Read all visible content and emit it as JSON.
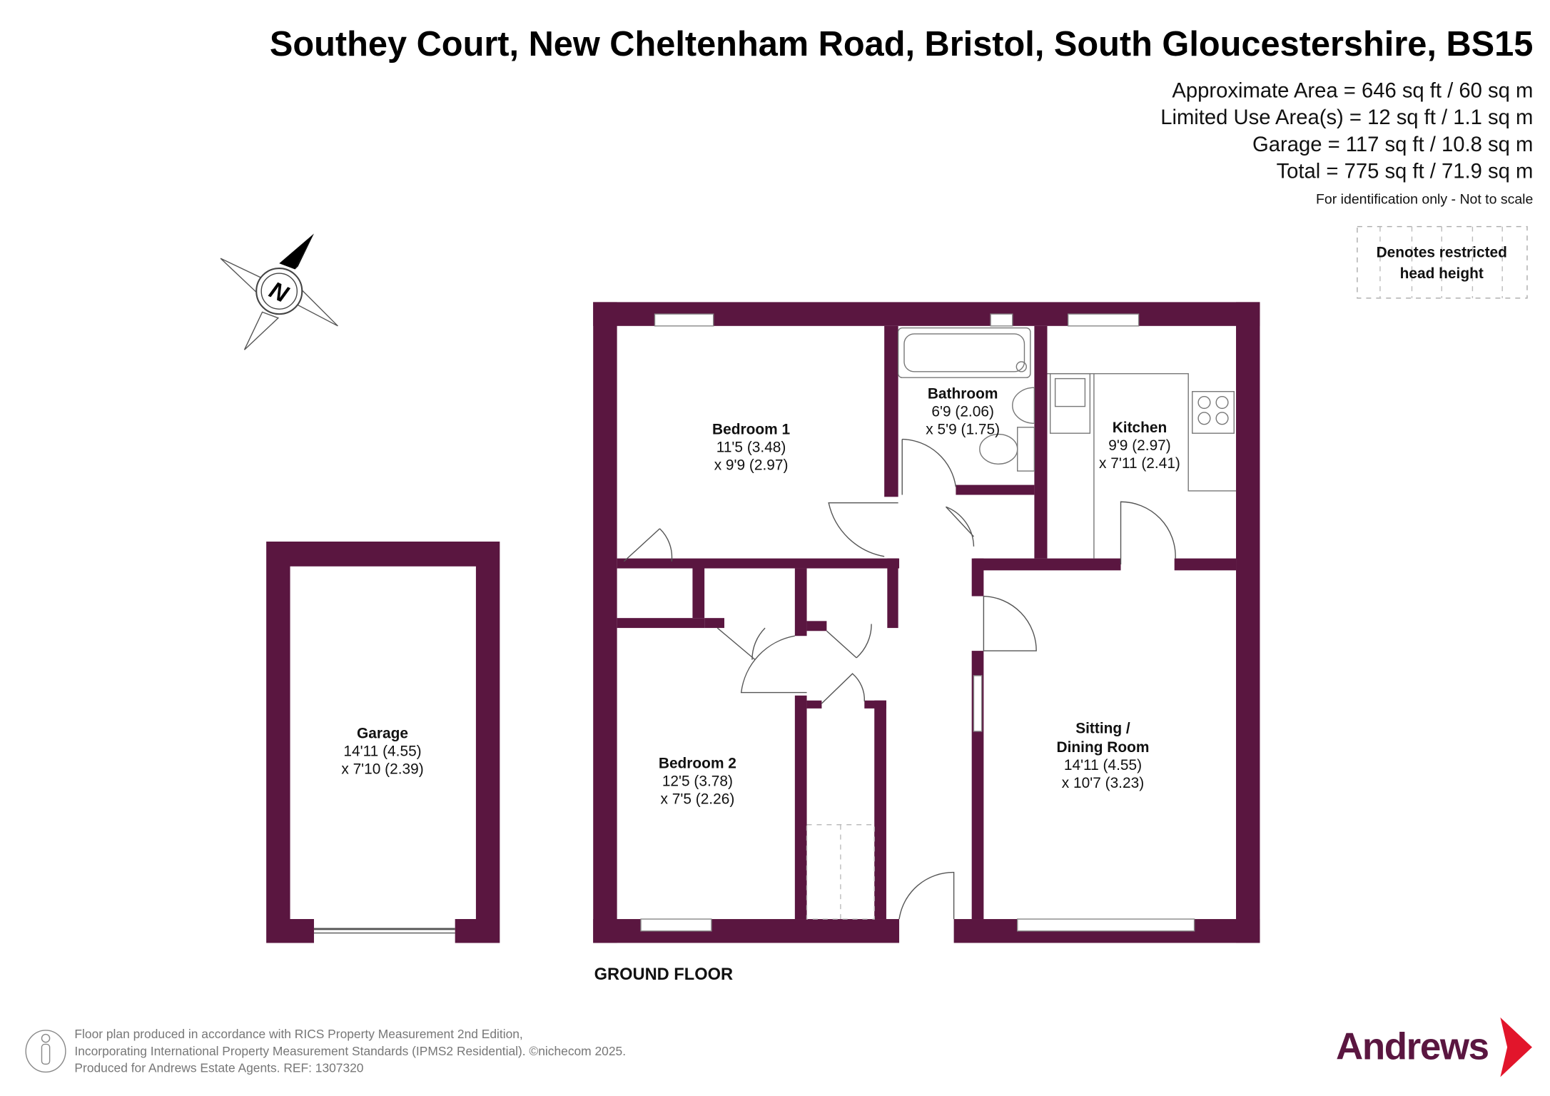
{
  "title": "Southey Court, New Cheltenham Road, Bristol, South Gloucestershire, BS15",
  "areas": [
    "Approximate Area = 646 sq ft / 60 sq m",
    "Limited Use Area(s) = 12 sq ft / 1.1 sq m",
    "Garage = 117 sq ft / 10.8 sq m",
    "Total = 775 sq ft / 71.9 sq m"
  ],
  "disclaimer": "For identification only - Not to scale",
  "legend": {
    "line1": "Denotes restricted",
    "line2": "head height"
  },
  "compass": {
    "letter": "N"
  },
  "floor_label": "GROUND FLOOR",
  "rooms": {
    "bedroom1": {
      "name": "Bedroom 1",
      "dim1": "11'5 (3.48)",
      "dim2": "x 9'9 (2.97)"
    },
    "bathroom": {
      "name": "Bathroom",
      "dim1": "6'9 (2.06)",
      "dim2": "x 5'9 (1.75)"
    },
    "kitchen": {
      "name": "Kitchen",
      "dim1": "9'9 (2.97)",
      "dim2": "x 7'11 (2.41)"
    },
    "bedroom2": {
      "name": "Bedroom 2",
      "dim1": "12'5 (3.78)",
      "dim2": "x 7'5 (2.26)"
    },
    "sitting": {
      "name1": "Sitting /",
      "name2": "Dining Room",
      "dim1": "14'11 (4.55)",
      "dim2": "x 10'7 (3.23)"
    },
    "garage": {
      "name": "Garage",
      "dim1": "14'11 (4.55)",
      "dim2": "x 7'10 (2.39)"
    }
  },
  "footer": {
    "line1": "Floor plan produced in accordance with RICS Property Measurement 2nd Edition,",
    "line2": "Incorporating International Property Measurement Standards (IPMS2 Residential).   ©nichecom 2025.",
    "line3": "Produced for Andrews Estate Agents.   REF: 1307320"
  },
  "logo": {
    "text": "Andrews"
  },
  "colors": {
    "wall": "#5a1640",
    "logo_text": "#5a1640",
    "logo_chevron": "#e2152b"
  }
}
